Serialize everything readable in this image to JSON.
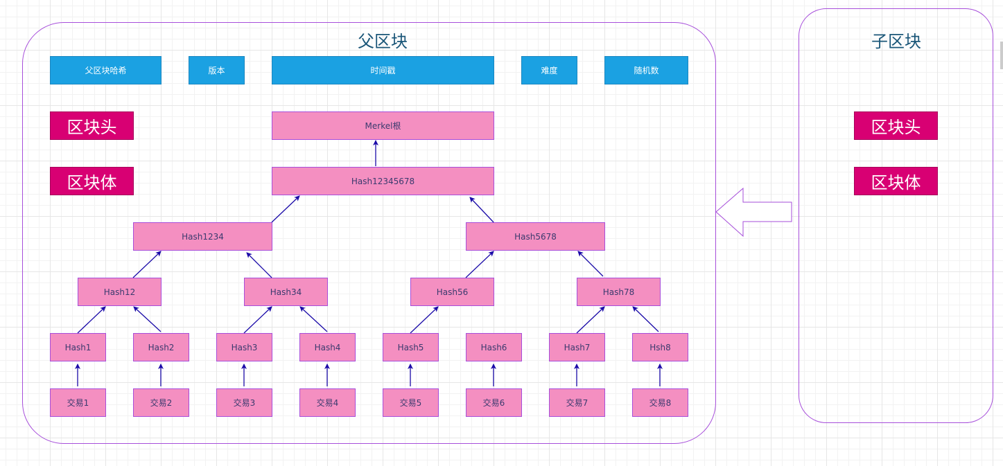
{
  "parent_block": {
    "title": "父区块",
    "header_fields": [
      "父区块哈希",
      "版本",
      "时间戳",
      "难度",
      "随机数"
    ],
    "header_label": "区块头",
    "body_label": "区块体",
    "merkle_root": "Merkel根",
    "level1": "Hash12345678",
    "level2": [
      "Hash1234",
      "Hash5678"
    ],
    "level3": [
      "Hash12",
      "Hash34",
      "Hash56",
      "Hash78"
    ],
    "hashes": [
      "Hash1",
      "Hash2",
      "Hash3",
      "Hash4",
      "Hash5",
      "Hash6",
      "Hash7",
      "Hsh8"
    ],
    "transactions": [
      "交易1",
      "交易2",
      "交易3",
      "交易4",
      "交易5",
      "交易6",
      "交易7",
      "交易8"
    ]
  },
  "child_block": {
    "title": "子区块",
    "header_label": "区块头",
    "body_label": "区块体"
  },
  "colors": {
    "field_blue": "#1ba1e2",
    "node_pink": "#f48fc1",
    "label_magenta": "#d80073",
    "border_purple": "#a64dda",
    "arrow": "#1a0aa8",
    "title_text": "#1a5678"
  }
}
